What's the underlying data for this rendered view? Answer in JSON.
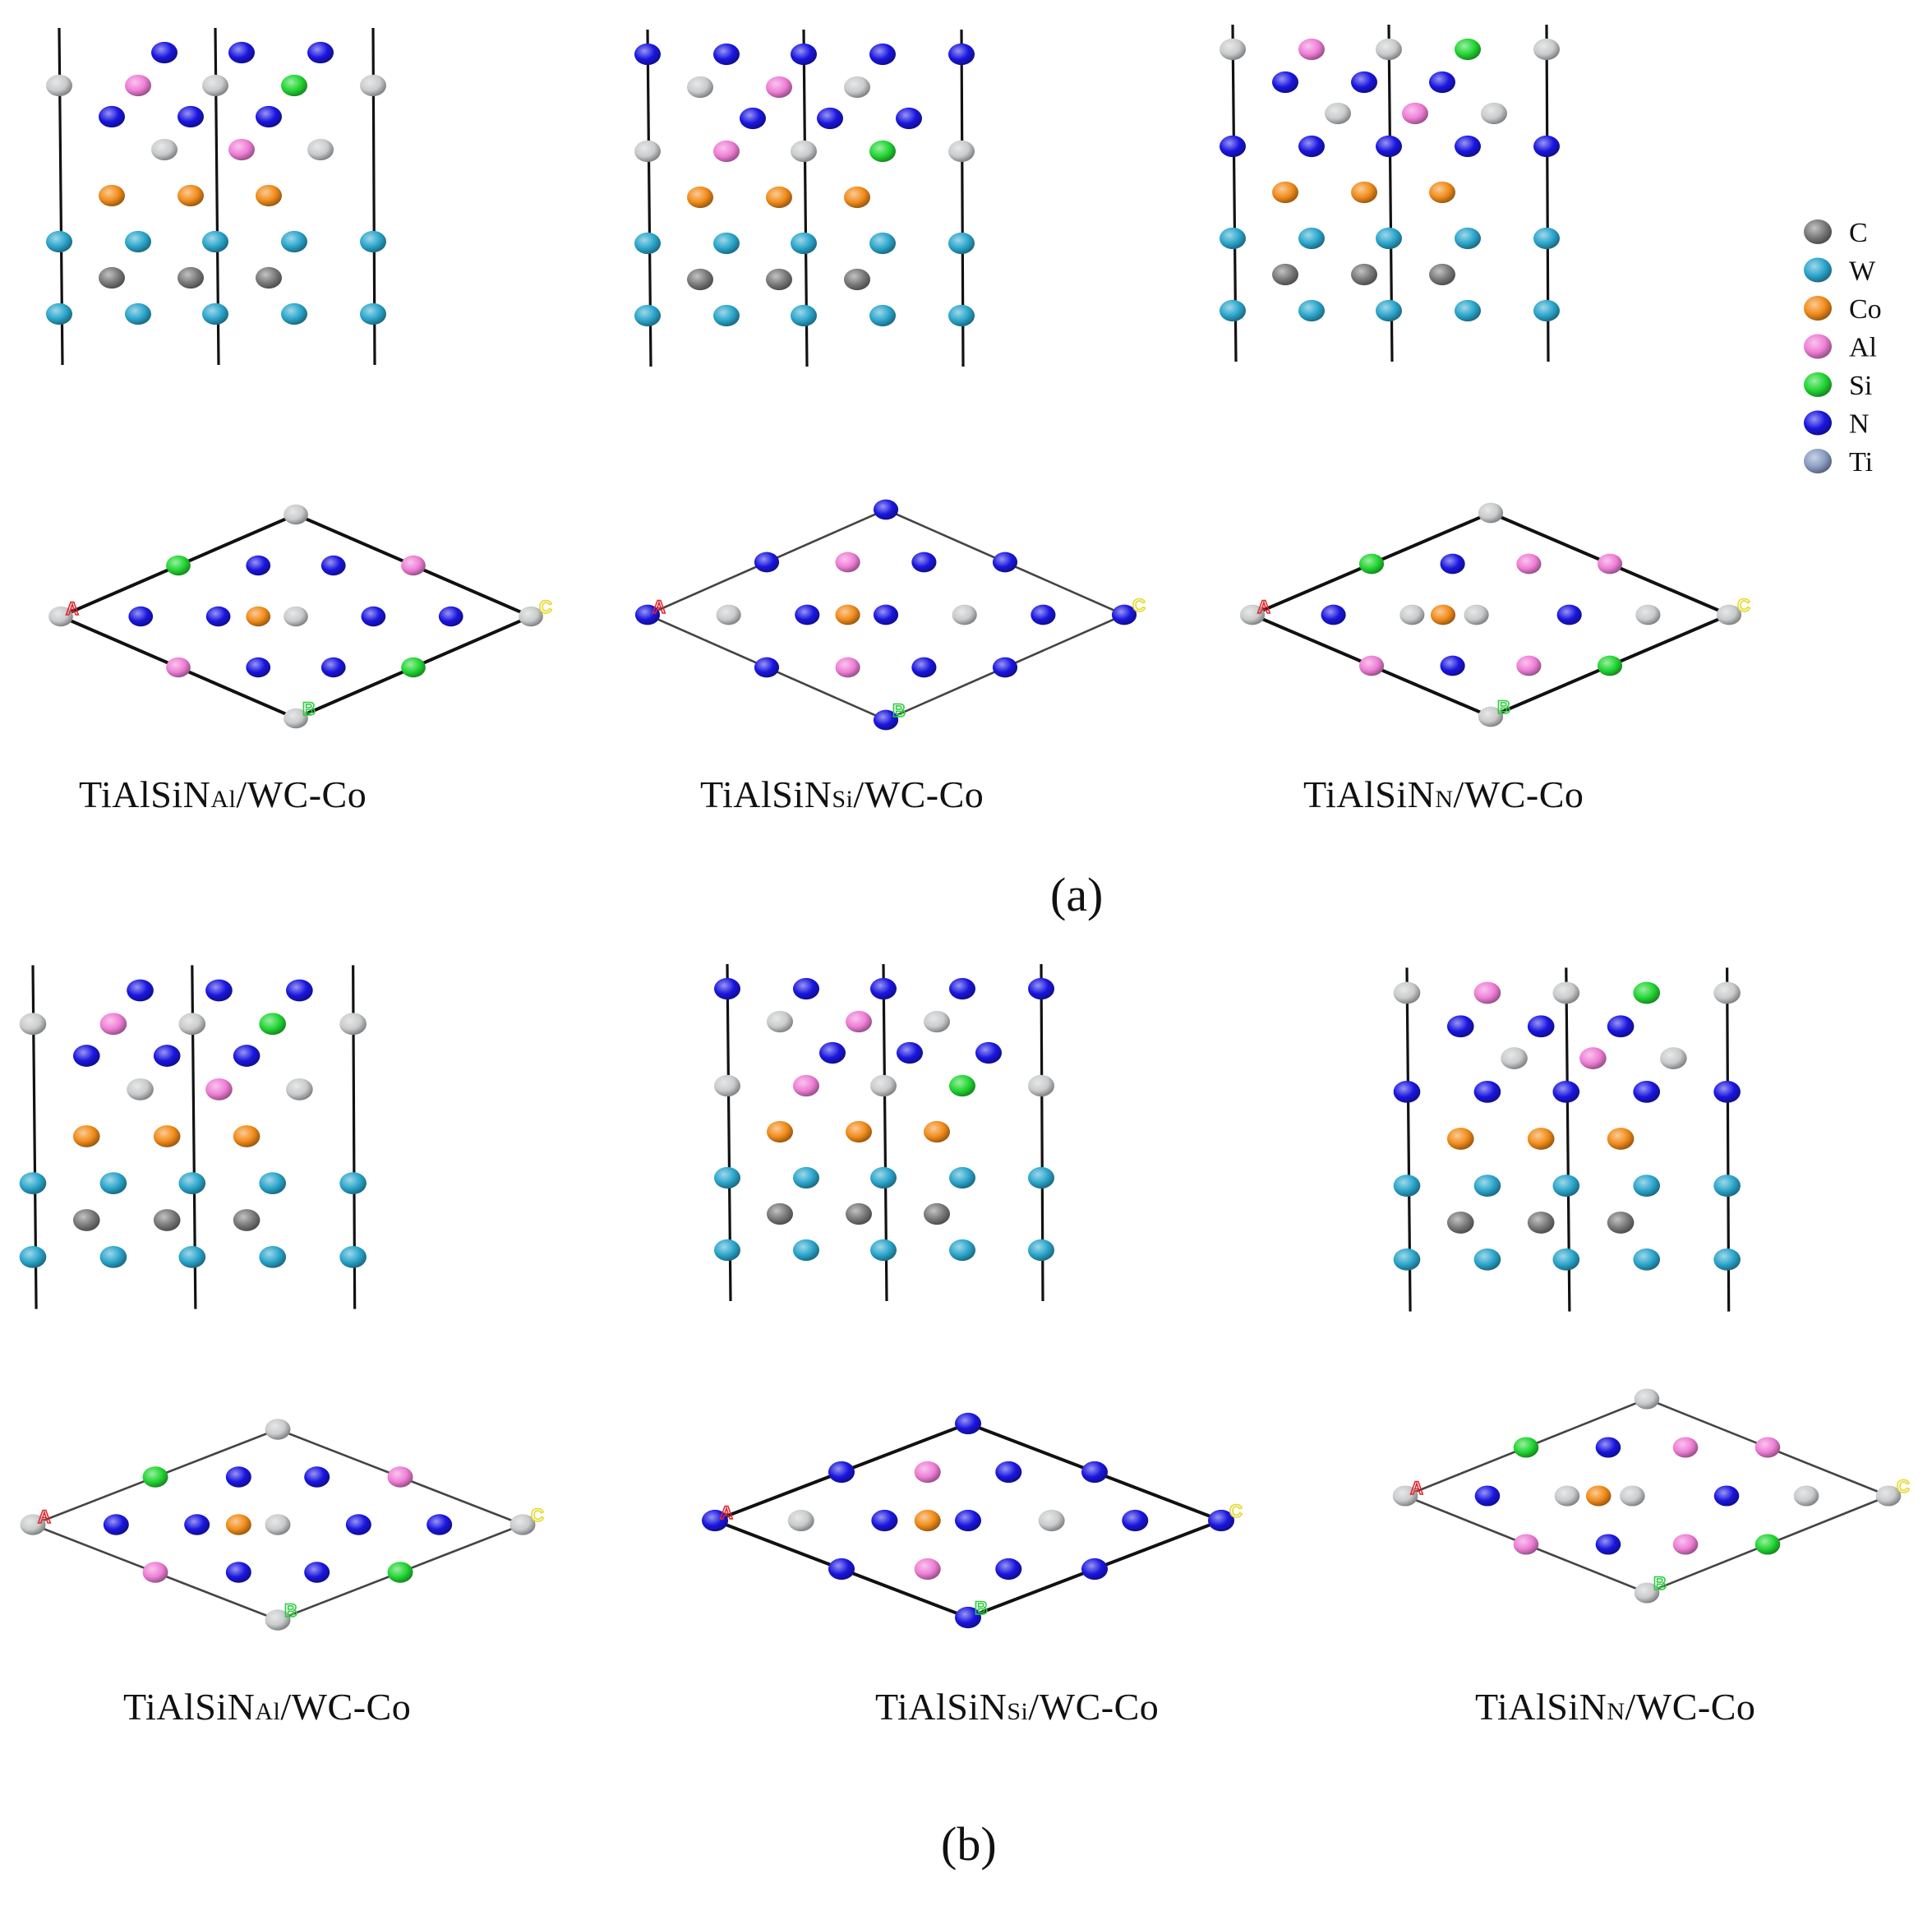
{
  "legend": [
    {
      "label": "C",
      "color": "#7a7a7a"
    },
    {
      "label": "W",
      "color": "#2ba6cc"
    },
    {
      "label": "Co",
      "color": "#f28c1a"
    },
    {
      "label": "Al",
      "color": "#ef7ed6"
    },
    {
      "label": "Si",
      "color": "#22d633"
    },
    {
      "label": "N",
      "color": "#1a16e0"
    },
    {
      "label": "Ti",
      "color": "#8b9dc3"
    }
  ],
  "atom_colors": {
    "C": "#7a7a7a",
    "W": "#2ba6cc",
    "Co": "#f28c1a",
    "Al": "#ef7ed6",
    "Si": "#22d633",
    "N": "#1a16e0",
    "G": "#c9cbcc"
  },
  "axis_mark_colors": {
    "A": "#e0282e",
    "B": "#2ecc40",
    "C": "#e6d92a"
  },
  "panels": {
    "a": {
      "label": "(a)",
      "captions": [
        {
          "main": "TiAlSiN",
          "sub": "Al",
          "rest": "/WC-Co"
        },
        {
          "main": "TiAlSiN",
          "sub": "Si",
          "rest": "/WC-Co"
        },
        {
          "main": "TiAlSiN",
          "sub": "N",
          "rest": "/WC-Co"
        }
      ]
    },
    "b": {
      "label": "(b)",
      "captions": [
        {
          "main": "TiAlSiN",
          "sub": "Al",
          "rest": "/WC-Co"
        },
        {
          "main": "TiAlSiN",
          "sub": "Si",
          "rest": "/WC-Co"
        },
        {
          "main": "TiAlSiN",
          "sub": "N",
          "rest": "/WC-Co"
        }
      ]
    }
  },
  "models": [
    {
      "panel": "a",
      "variant": "Al"
    },
    {
      "panel": "a",
      "variant": "Si"
    },
    {
      "panel": "a",
      "variant": "N"
    },
    {
      "panel": "b",
      "variant": "Al"
    },
    {
      "panel": "b",
      "variant": "Si"
    },
    {
      "panel": "b",
      "variant": "N"
    }
  ]
}
